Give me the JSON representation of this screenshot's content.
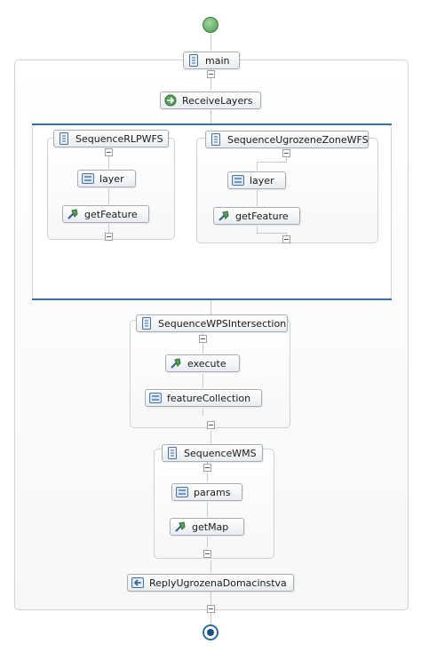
{
  "nodes": {
    "main": "main",
    "receive_layers": "ReceiveLayers",
    "seq_rlpwfs": "SequenceRLPWFS",
    "rlp_layer": "layer",
    "rlp_getfeature": "getFeature",
    "seq_ugrozene": "SequenceUgrozeneZoneWFS",
    "ugr_layer": "layer",
    "ugr_getfeature": "getFeature",
    "seq_wps": "SequenceWPSIntersection",
    "wps_execute": "execute",
    "wps_featurecollection": "featureCollection",
    "seq_wms": "SequenceWMS",
    "wms_params": "params",
    "wms_getmap": "getMap",
    "reply": "ReplyUgrozenaDomacinstva"
  },
  "icons": {
    "sequence": "sequence-icon",
    "assign": "assign-icon",
    "invoke": "invoke-icon",
    "receive": "receive-icon",
    "reply": "reply-icon"
  },
  "colors": {
    "start": "#4a9a4c",
    "end": "#1f4e82",
    "parallel_bar": "#3b6ea5"
  }
}
